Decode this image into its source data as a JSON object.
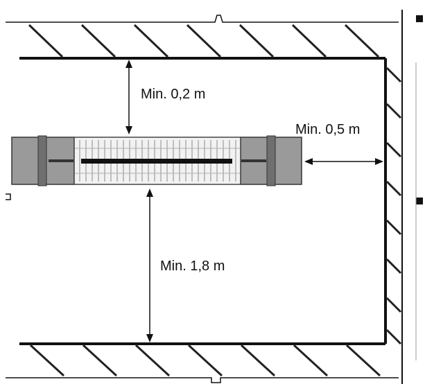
{
  "labels": {
    "top_clearance": "Min. 0,2 m",
    "side_clearance": "Min. 0,5 m",
    "bottom_clearance": "Min. 1,8 m"
  },
  "colors": {
    "line": "#111111",
    "hatch": "#222222",
    "heater_body": "#9a9a9a",
    "heater_grille": "#f2f2f2"
  }
}
